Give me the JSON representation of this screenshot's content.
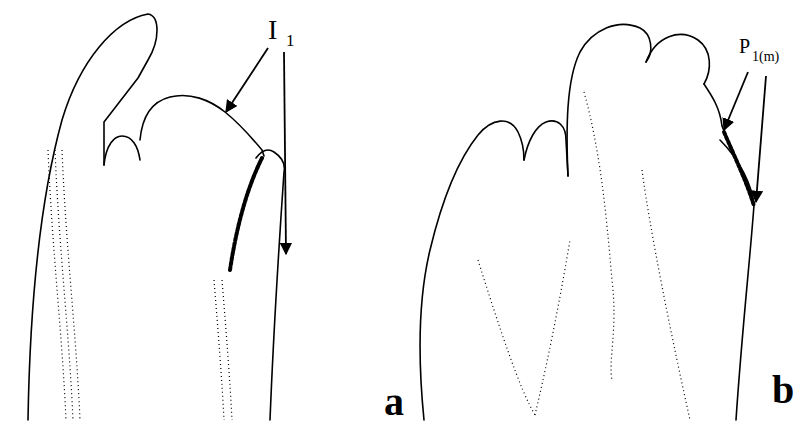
{
  "diagram": {
    "labels": [
      "I",
      "1",
      "P",
      "1(m)",
      "a",
      "b"
    ]
  }
}
